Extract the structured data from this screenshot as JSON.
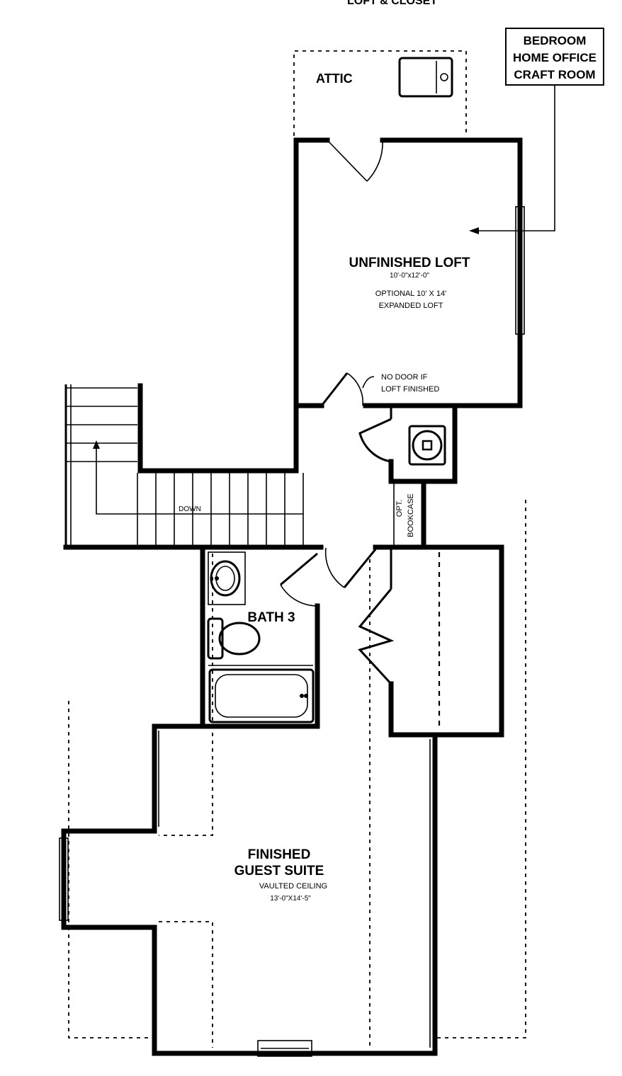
{
  "header": {
    "cut_top_label": "LOFT & CLOSET"
  },
  "callout": {
    "lines": [
      "BEDROOM",
      "HOME OFFICE",
      "CRAFT ROOM"
    ]
  },
  "rooms": {
    "attic": {
      "name": "ATTIC"
    },
    "loft": {
      "name": "UNFINISHED LOFT",
      "size": "10'-0\"x12'-0\"",
      "option_lines": [
        "OPTIONAL 10' X 14'",
        "EXPANDED LOFT"
      ]
    },
    "loft_door_note": [
      "NO DOOR IF",
      "LOFT FINISHED"
    ],
    "stairs": {
      "label": "DOWN"
    },
    "bookcase": {
      "lines": [
        "OPT.",
        "BOOKCASE"
      ]
    },
    "bath": {
      "name": "BATH 3"
    },
    "suite": {
      "name_lines": [
        "FINISHED",
        "GUEST SUITE"
      ],
      "note": "VAULTED CEILING",
      "size": "13'-0\"X14'-5\""
    }
  }
}
